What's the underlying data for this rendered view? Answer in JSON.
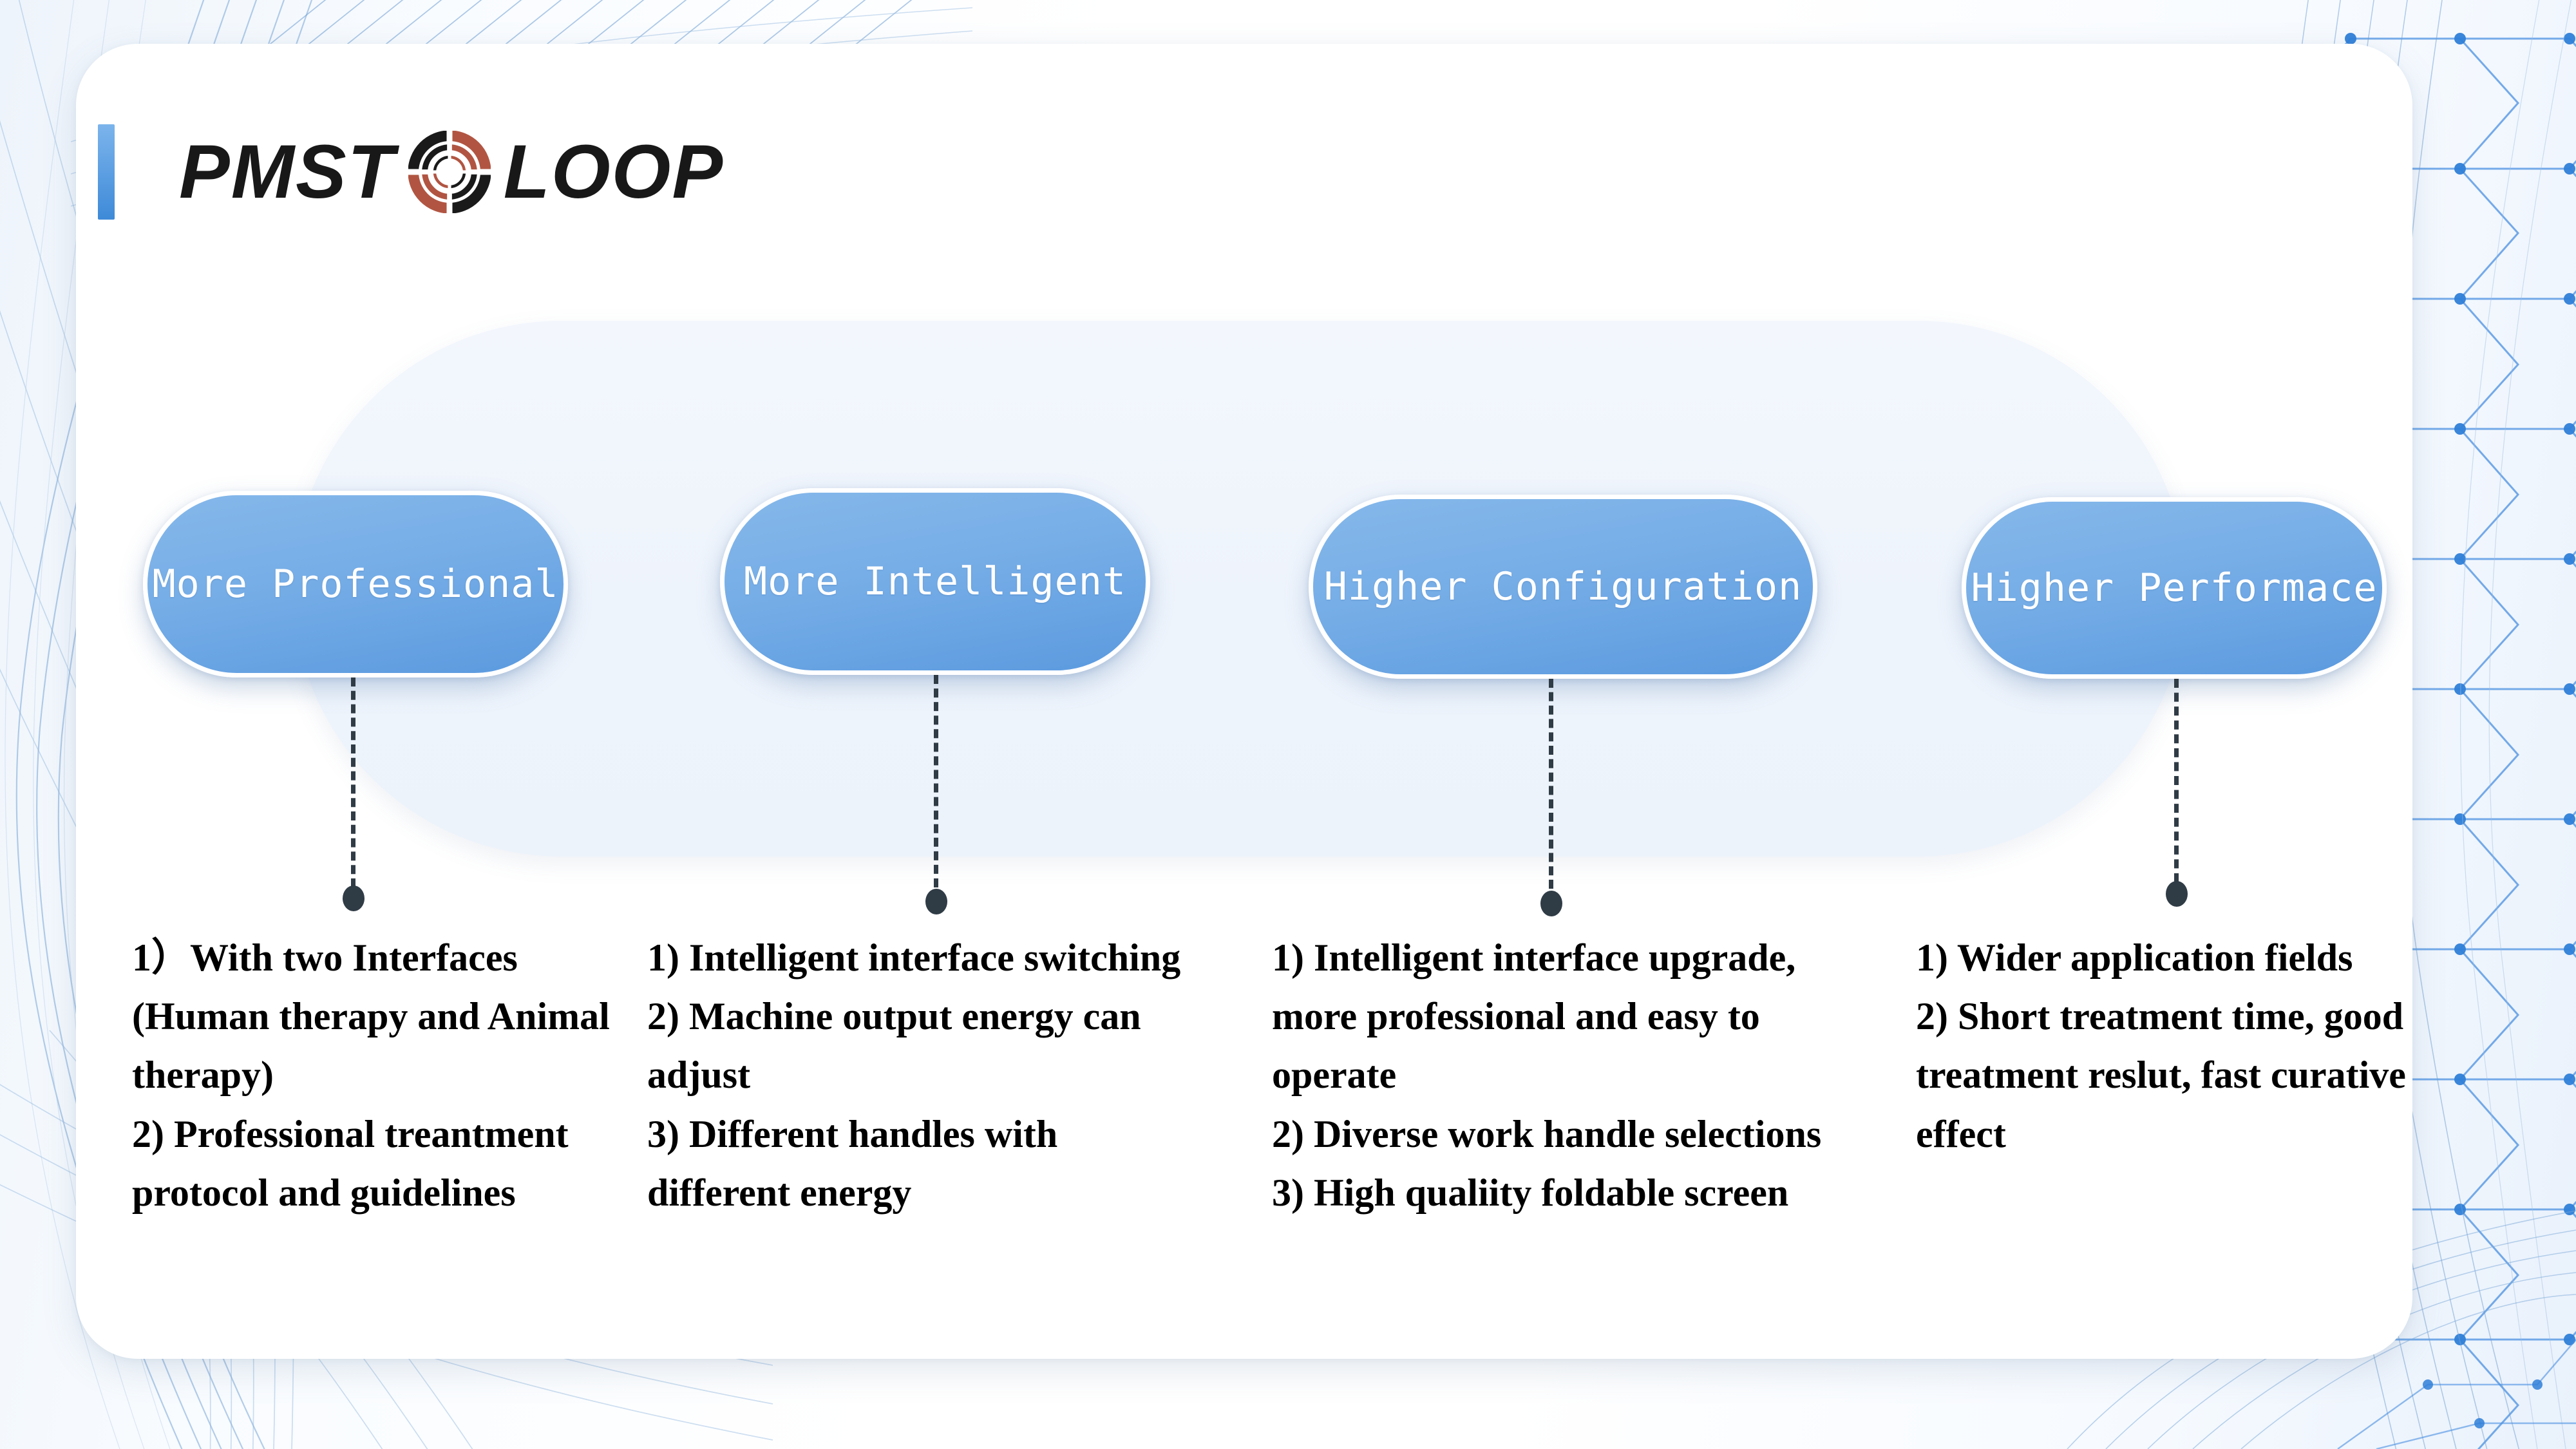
{
  "brand": {
    "accent_bar_color": "#5b9adf",
    "word_left": "PMST",
    "word_right": "LOOP",
    "mark_icon": "concentric-ring-logo-icon",
    "mark_color_dark": "#1a1a1a",
    "mark_color_accent": "#b15542"
  },
  "theme": {
    "pill_blue": "#77aee7",
    "pill_blue_dark": "#5b9adf",
    "stadium_bg": "#eef4fc",
    "card_bg": "#ffffff",
    "connector_color": "#2f3b45",
    "page_bg": "#fdfeff",
    "mesh_blue": "#4a90e2"
  },
  "features": [
    {
      "pill_label": "More Professional",
      "details": [
        "1）With two Interfaces",
        "(Human therapy and Animal",
        "therapy)",
        "2) Professional treantment",
        "protocol and guidelines"
      ]
    },
    {
      "pill_label": "More Intelligent",
      "details": [
        "1) Intelligent interface switching",
        "2) Machine output energy can",
        "adjust",
        "3) Different handles with",
        "different energy"
      ]
    },
    {
      "pill_label": "Higher Configuration",
      "details": [
        "1) Intelligent interface upgrade,",
        "more professional and easy to",
        "operate",
        "2) Diverse work handle selections",
        "3) High qualiity foldable screen"
      ]
    },
    {
      "pill_label": "Higher Performace",
      "details": [
        "1) Wider application fields",
        "2) Short treatment time, good",
        "treatment reslut, fast curative",
        "effect"
      ]
    }
  ]
}
